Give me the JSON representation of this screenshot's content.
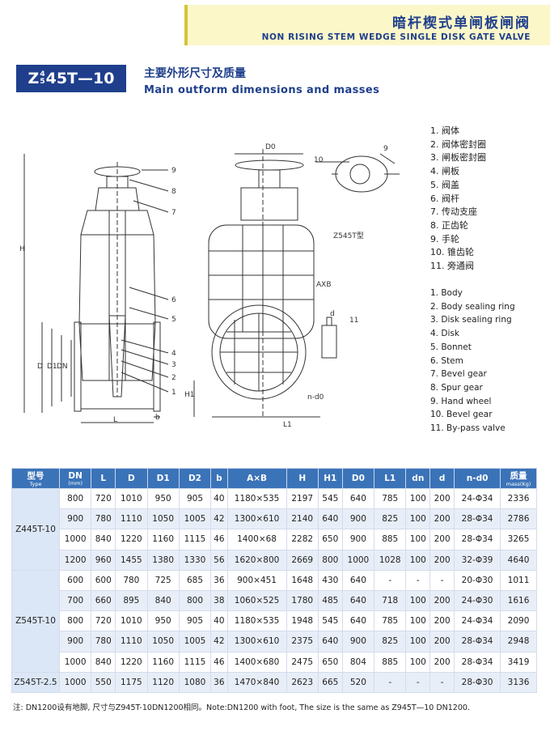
{
  "header": {
    "title_cn": "暗杆楔式单闸板闸阀",
    "title_en": "NON RISING STEM WEDGE SINGLE DISK GATE VALVE"
  },
  "model": {
    "prefix": "Z",
    "sup_top": "4",
    "sup_bottom": "5",
    "suffix": "45T—10"
  },
  "section": {
    "title_cn": "主要外形尺寸及质量",
    "title_en": "Main outform dimensions and masses"
  },
  "drawing_labels": {
    "callouts_left": [
      "9",
      "8",
      "7",
      "6",
      "5",
      "4",
      "3",
      "2",
      "1"
    ],
    "dim_h": "H",
    "dim_d": "D",
    "dim_d1": "D1",
    "dim_dn": "DN",
    "dim_l": "L",
    "dim_b": "b",
    "dim_d0": "D0",
    "dim_h1": "H1",
    "dim_l1": "L1",
    "dim_axb": "AXB",
    "dim_d_small": "d",
    "dim_nd0": "n-d0",
    "callout_10": "10",
    "callout_9": "9",
    "callout_11": "11",
    "z545_label": "Z545T型"
  },
  "parts_cn": [
    "1.  阀体",
    "2.  阀体密封圈",
    "3.  闸板密封圈",
    "4.  闸板",
    "5.  阀盖",
    "6.  阀杆",
    "7.  传动支座",
    "8.  正齿轮",
    "9.  手轮",
    "10.  锥齿轮",
    "11.  旁通阀"
  ],
  "parts_en": [
    "1.  Body",
    "2.  Body sealing ring",
    "3.  Disk sealing ring",
    "4.  Disk",
    "5.  Bonnet",
    "6.  Stem",
    "7.  Bevel gear",
    "8.  Spur gear",
    "9.  Hand wheel",
    "10.  Bevel gear",
    "11.  By-pass valve"
  ],
  "table": {
    "headers": {
      "type_cn": "型号",
      "type_en": "Type",
      "dn": "DN",
      "dn_unit": "(mm)",
      "l": "L",
      "d": "D",
      "d1": "D1",
      "d2": "D2",
      "b": "b",
      "axb": "A×B",
      "h": "H",
      "h1": "H1",
      "d0": "D0",
      "l1": "L1",
      "dn2": "dn",
      "dd": "d",
      "nd0": "n-d0",
      "mass_cn": "质量",
      "mass_en": "mass(Kg)"
    },
    "groups": [
      {
        "type": "Z445T-10",
        "rows": [
          [
            "800",
            "720",
            "1010",
            "950",
            "905",
            "40",
            "1180×535",
            "2197",
            "545",
            "640",
            "785",
            "100",
            "200",
            "24-Φ34",
            "2336"
          ],
          [
            "900",
            "780",
            "1110",
            "1050",
            "1005",
            "42",
            "1300×610",
            "2140",
            "640",
            "900",
            "825",
            "100",
            "200",
            "28-Φ34",
            "2786"
          ],
          [
            "1000",
            "840",
            "1220",
            "1160",
            "1115",
            "46",
            "1400×68",
            "2282",
            "650",
            "900",
            "885",
            "100",
            "200",
            "28-Φ34",
            "3265"
          ],
          [
            "1200",
            "960",
            "1455",
            "1380",
            "1330",
            "56",
            "1620×800",
            "2669",
            "800",
            "1000",
            "1028",
            "100",
            "200",
            "32-Φ39",
            "4640"
          ]
        ]
      },
      {
        "type": "Z545T-10",
        "rows": [
          [
            "600",
            "600",
            "780",
            "725",
            "685",
            "36",
            "900×451",
            "1648",
            "430",
            "640",
            "-",
            "-",
            "-",
            "20-Φ30",
            "1011"
          ],
          [
            "700",
            "660",
            "895",
            "840",
            "800",
            "38",
            "1060×525",
            "1780",
            "485",
            "640",
            "718",
            "100",
            "200",
            "24-Φ30",
            "1616"
          ],
          [
            "800",
            "720",
            "1010",
            "950",
            "905",
            "40",
            "1180×535",
            "1948",
            "545",
            "640",
            "785",
            "100",
            "200",
            "24-Φ34",
            "2090"
          ],
          [
            "900",
            "780",
            "1110",
            "1050",
            "1005",
            "42",
            "1300×610",
            "2375",
            "640",
            "900",
            "825",
            "100",
            "200",
            "28-Φ34",
            "2948"
          ],
          [
            "1000",
            "840",
            "1220",
            "1160",
            "1115",
            "46",
            "1400×680",
            "2475",
            "650",
            "804",
            "885",
            "100",
            "200",
            "28-Φ34",
            "3419"
          ]
        ]
      },
      {
        "type": "Z545T-2.5",
        "rows": [
          [
            "1000",
            "550",
            "1175",
            "1120",
            "1080",
            "36",
            "1470×840",
            "2623",
            "665",
            "520",
            "-",
            "-",
            "-",
            "28-Φ30",
            "3136"
          ]
        ]
      }
    ]
  },
  "note": "注: DN1200设有地脚, 尺寸与Z945T-10DN1200相同。Note:DN1200 with foot, The size is the same as Z945T—10 DN1200.",
  "colors": {
    "brand_blue": "#1f3f8c",
    "table_header": "#3b73b8",
    "band_yellow": "#fbf7c9"
  }
}
